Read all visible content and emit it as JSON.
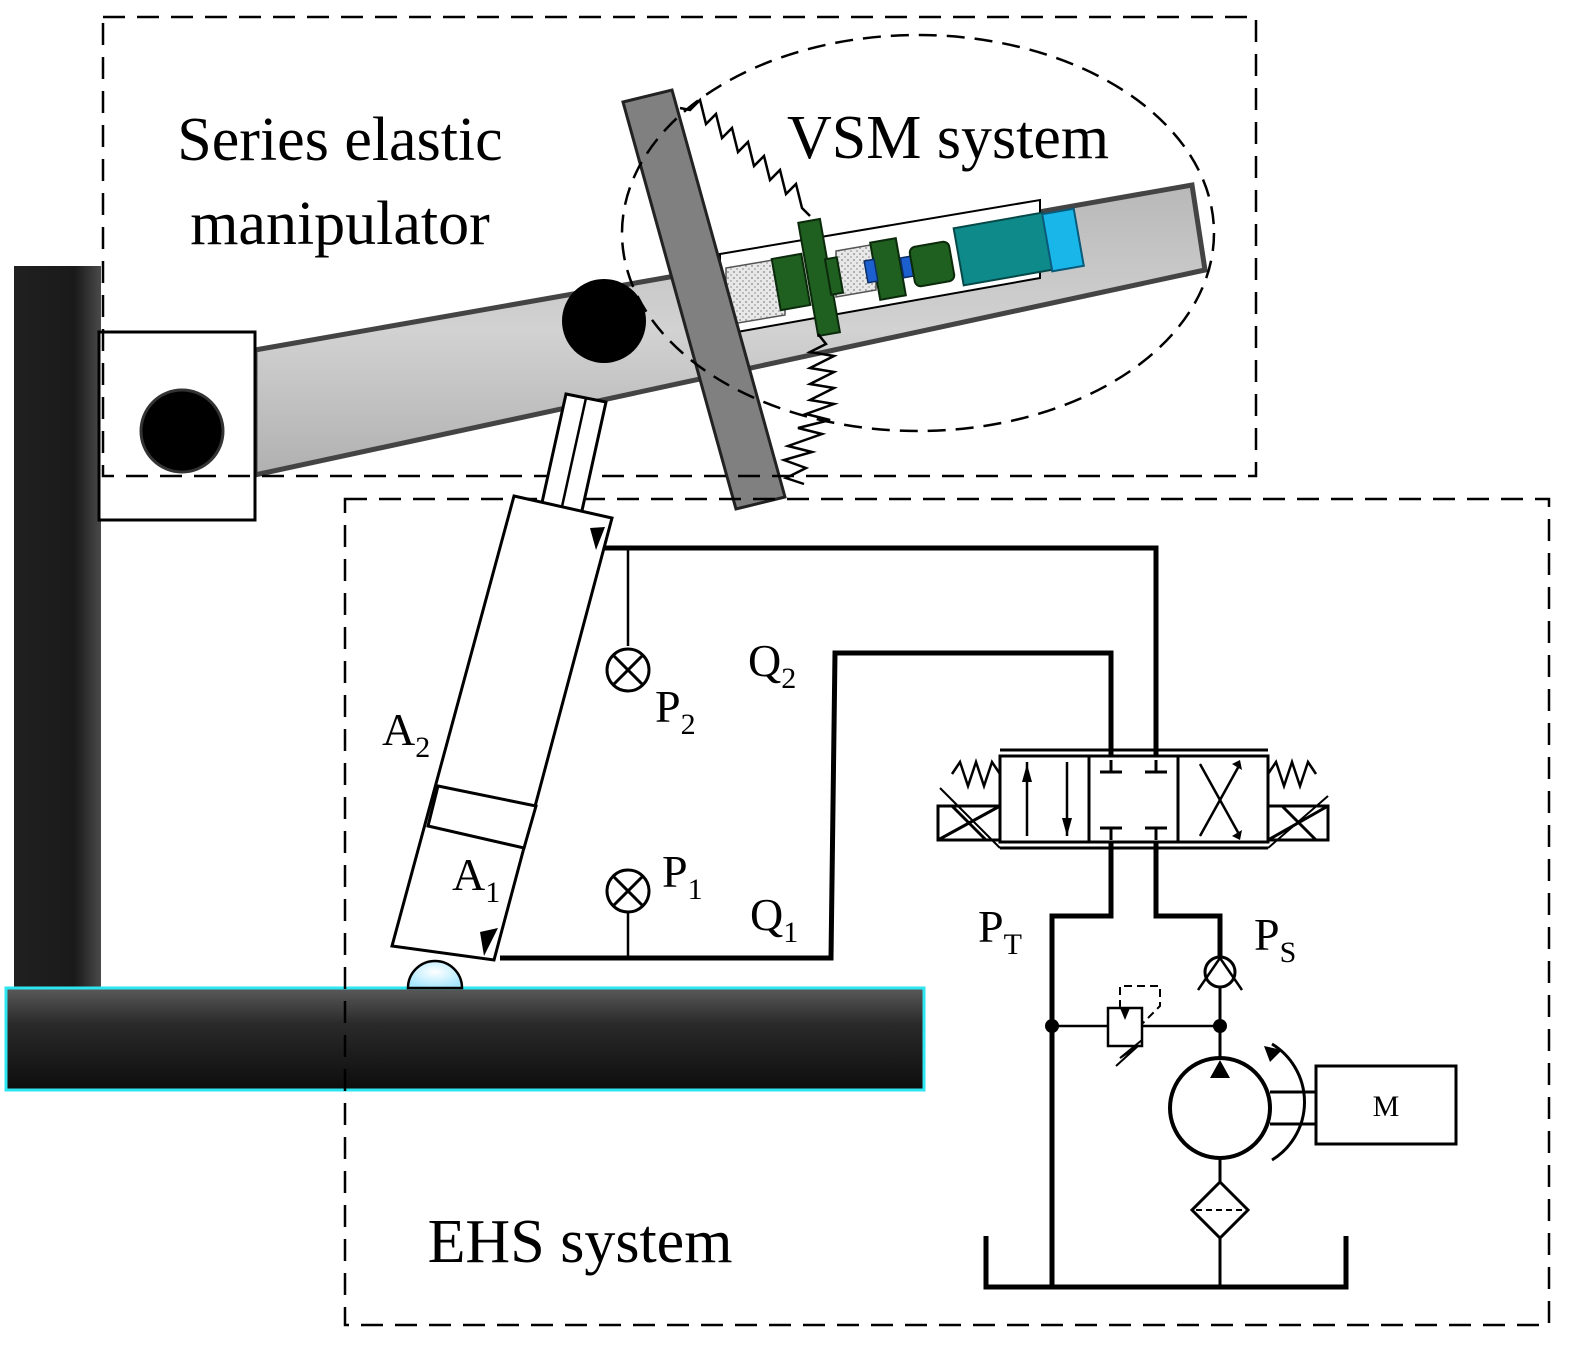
{
  "labels": {
    "manipulator_line1": "Series elastic",
    "manipulator_line2": "manipulator",
    "vsm": "VSM system",
    "ehs": "EHS system",
    "motor": "M"
  },
  "symbols": {
    "A2": {
      "base": "A",
      "sub": "2"
    },
    "A1": {
      "base": "A",
      "sub": "1"
    },
    "P2": {
      "base": "P",
      "sub": "2"
    },
    "P1": {
      "base": "P",
      "sub": "1"
    },
    "Q2": {
      "base": "Q",
      "sub": "2"
    },
    "Q1": {
      "base": "Q",
      "sub": "1"
    },
    "PT": {
      "base": "P",
      "sub": "T"
    },
    "PS": {
      "base": "P",
      "sub": "S"
    }
  },
  "colors": {
    "frame": "#1b1b1b",
    "base_outline": "#2ee6f0",
    "arm": "#c0c0c0",
    "plate": "#808080",
    "green_part": "#1f5f1f",
    "teal_motor": "#0e8a8a",
    "cyan_cap": "#19b6ea"
  }
}
